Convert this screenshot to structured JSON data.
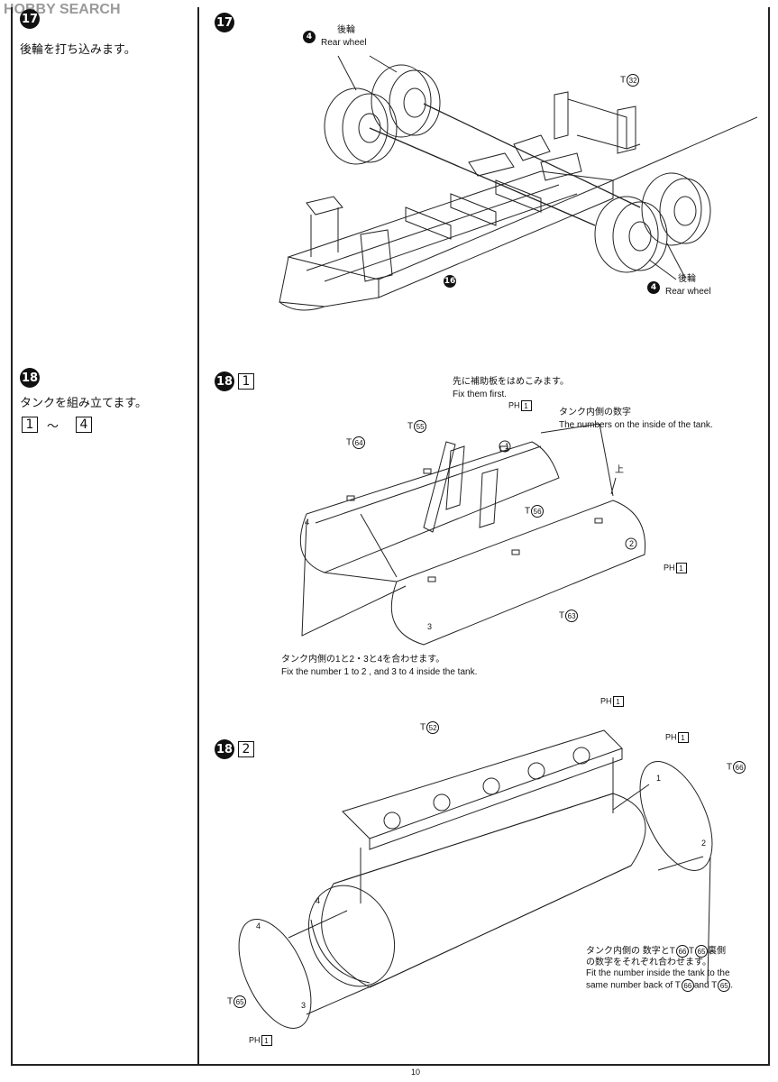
{
  "watermark": "HOBBY SEARCH",
  "steps": {
    "s17": {
      "badge": "17",
      "left_text": "後輪を打ち込みます。",
      "labels": {
        "rear_wheel_jp_top": "後輪",
        "rear_wheel_en_top": "Rear wheel",
        "rear_wheel_jp_bottom": "後輪",
        "rear_wheel_en_bottom": "Rear wheel",
        "part_4": "4",
        "part_16": "16",
        "t32_prefix": "T",
        "t32_num": "32"
      }
    },
    "s18": {
      "badge": "18",
      "left_text": "タンクを組み立てます。",
      "range_from": "1",
      "range_sep": "～",
      "range_to": "4"
    },
    "s18_1": {
      "badge": "18",
      "sub": "1",
      "fix_first_jp": "先に補助板をはめこみます。",
      "fix_first_en": "Fix them first.",
      "numbers_inside_jp": "タンク内側の数字",
      "numbers_inside_en": "The numbers on the inside of the tank.",
      "up_jp": "上",
      "ph": "PH",
      "ph_num": "1",
      "t": "T",
      "t55": "55",
      "t64": "64",
      "t56": "56",
      "t63": "63",
      "n1": "1",
      "n2": "2",
      "n3": "3",
      "n4": "4",
      "bottom_jp": "タンク内側の1と2・3と4を合わせます。",
      "bottom_en": "Fix the number 1 to 2 , and 3 to 4 inside the  tank."
    },
    "s18_2": {
      "badge": "18",
      "sub": "2",
      "ph": "PH",
      "ph_num": "1",
      "t": "T",
      "t52": "52",
      "t66": "66",
      "t65": "65",
      "n1": "1",
      "n2": "2",
      "n3": "3",
      "n4": "4",
      "note_jp_1_a": "タンク内側の 数字とT",
      "note_jp_1_b": "T",
      "note_jp_1_c": "裏側",
      "note_jp_2": "の数字をそれぞれ合わせます。",
      "note_en_1": "Fit the number inside the tank to the",
      "note_en_2_a": "same number back of T",
      "note_en_2_b": "and T",
      "note_en_2_c": "."
    }
  },
  "page_number": "10"
}
